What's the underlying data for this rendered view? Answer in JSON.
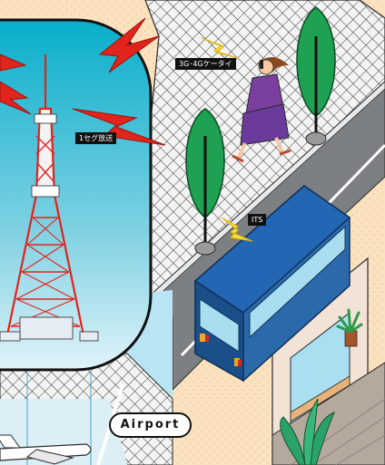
{
  "labels": {
    "mobile": "3G･4Gケータイ",
    "oneseg": "1セグ放送",
    "its": "ITS",
    "airport": "Airport"
  },
  "colors": {
    "sand": "#fbe2bf",
    "sky": "#14b6d4",
    "tower_red": "#e1241c",
    "bus_blue": "#2367b4",
    "tile_gray": "#d9d9d9",
    "road_gray": "#7d8083",
    "tree_green": "#1ea152",
    "suit_purple": "#6b3b9b",
    "signal_yellow": "#ffe33a"
  },
  "icons": [
    "signal-bolt-icon",
    "tower-icon",
    "bus-icon",
    "tree-icon",
    "person-icon",
    "plant-icon",
    "airplane-icon"
  ]
}
